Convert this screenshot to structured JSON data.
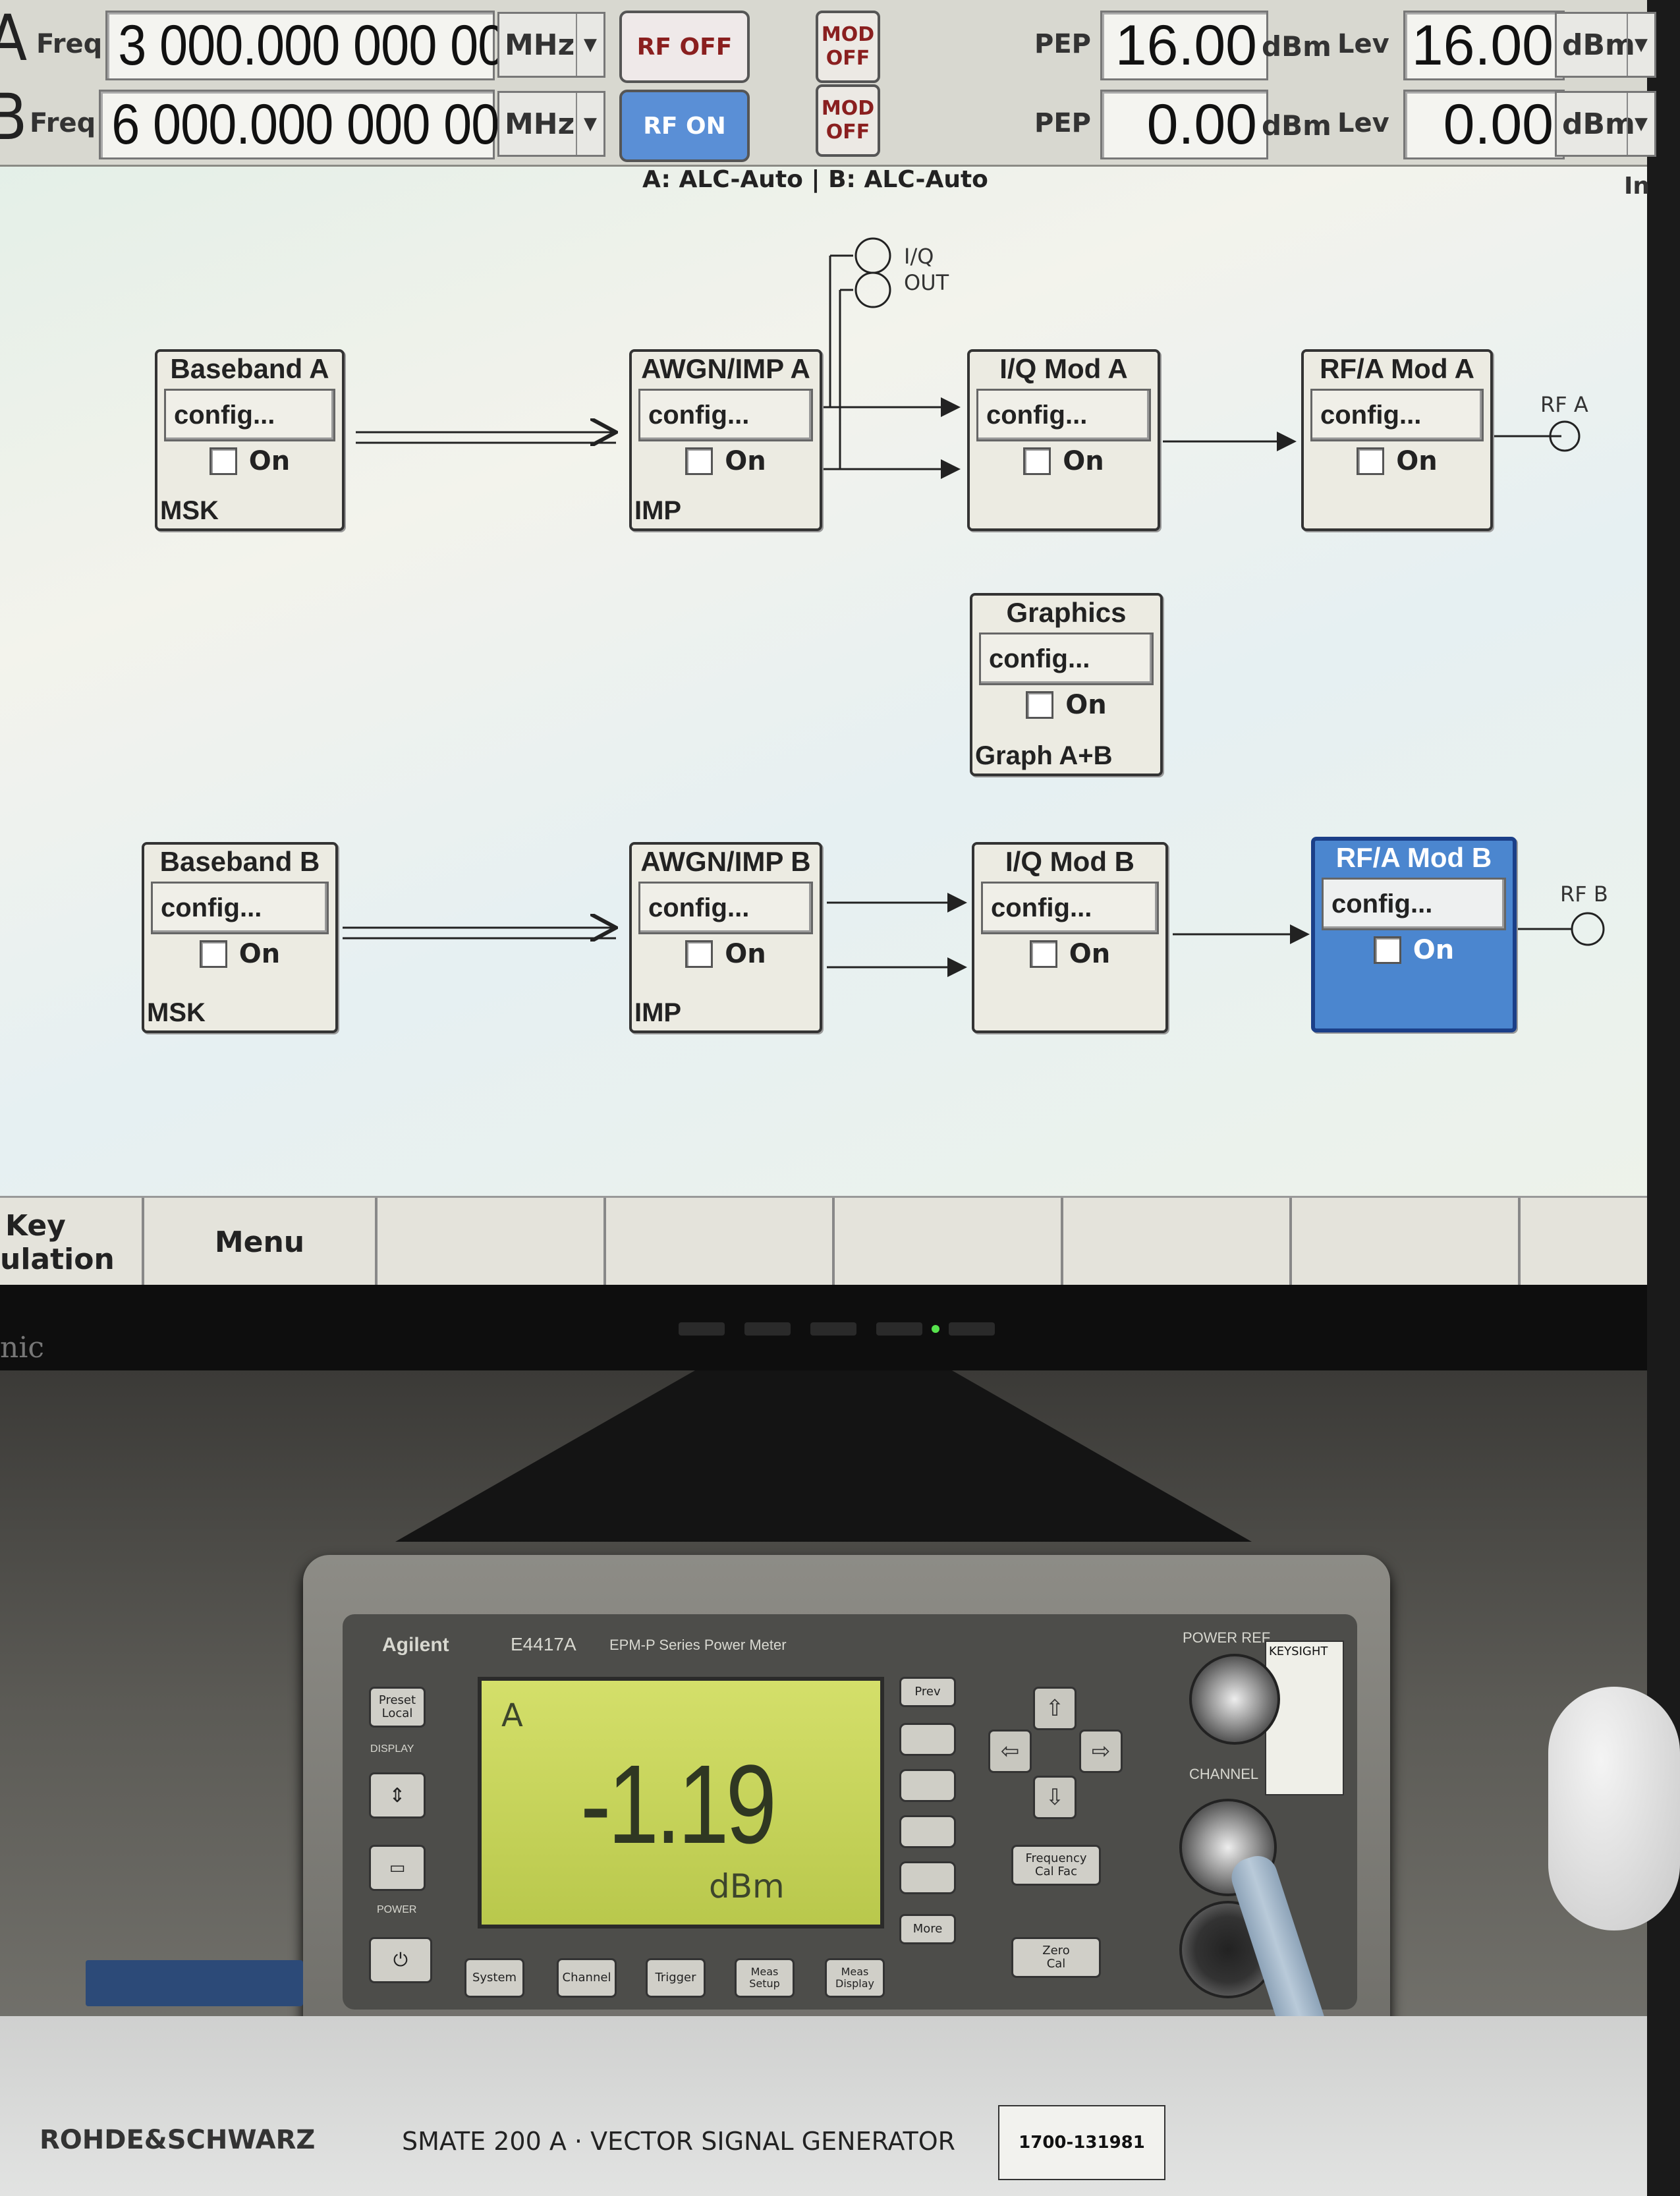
{
  "topbar": {
    "path_a": {
      "letter": "A",
      "freq_label": "Freq",
      "freq_value": "3 000.000 000 00",
      "freq_unit": "MHz",
      "rf_button": "RF OFF",
      "mod_line1": "MOD",
      "mod_line2": "OFF",
      "pep_label": "PEP",
      "pep_value": "16.00",
      "pep_unit": "dBm",
      "lev_label": "Lev",
      "lev_value": "16.00",
      "lev_unit": "dBm"
    },
    "path_b": {
      "letter": "B",
      "freq_label": "Freq",
      "freq_value": "6 000.000 000 00",
      "freq_unit": "MHz",
      "rf_button": "RF ON",
      "mod_line1": "MOD",
      "mod_line2": "OFF",
      "pep_label": "PEP",
      "pep_value": "0.00",
      "pep_unit": "dBm",
      "lev_label": "Lev",
      "lev_value": "0.00",
      "lev_unit": "dBm"
    },
    "alc_status": "A: ALC-Auto | B: ALC-Auto",
    "info_stub": "In"
  },
  "blocks": {
    "baseband_a": {
      "title": "Baseband A",
      "config": "config...",
      "on": "On",
      "sub": "MSK",
      "checked": false
    },
    "awgn_a": {
      "title": "AWGN/IMP A",
      "config": "config...",
      "on": "On",
      "sub": "IMP",
      "checked": false
    },
    "iqmod_a": {
      "title": "I/Q Mod A",
      "config": "config...",
      "on": "On",
      "checked": false
    },
    "rfmod_a": {
      "title": "RF/A Mod A",
      "config": "config...",
      "on": "On",
      "checked": false
    },
    "graphics": {
      "title": "Graphics",
      "config": "config...",
      "on": "On",
      "sub": "Graph A+B",
      "checked": false
    },
    "baseband_b": {
      "title": "Baseband B",
      "config": "config...",
      "on": "On",
      "sub": "MSK",
      "checked": false
    },
    "awgn_b": {
      "title": "AWGN/IMP B",
      "config": "config...",
      "on": "On",
      "sub": "IMP",
      "checked": false
    },
    "iqmod_b": {
      "title": "I/Q Mod B",
      "config": "config...",
      "on": "On",
      "checked": false
    },
    "rfmod_b": {
      "title": "RF/A Mod B",
      "config": "config...",
      "on": "On",
      "checked": true
    }
  },
  "wires": {
    "iq_line1": "I/Q",
    "iq_line2": "OUT",
    "rf_a": "RF A",
    "rf_b": "RF B"
  },
  "softkeys": {
    "key_line1": "Key",
    "key_line2": "ulation",
    "menu": "Menu"
  },
  "monitor": {
    "brand_fragment": "nic"
  },
  "power_meter": {
    "brand": "Agilent",
    "model": "E4417A",
    "series": "EPM-P Series Power Meter",
    "power_ref": "POWER REF",
    "channel": "CHANNEL",
    "lcd": {
      "channel": "A",
      "value": "-1.19",
      "unit": "dBm"
    },
    "buttons": {
      "preset_line1": "Preset",
      "preset_line2": "Local",
      "display": "DISPLAY",
      "power": "POWER",
      "system": "System",
      "channel": "Channel",
      "trigger": "Trigger",
      "meas_setup_1": "Meas",
      "meas_setup_2": "Setup",
      "meas_display_1": "Meas",
      "meas_display_2": "Display",
      "prev": "Prev",
      "more": "More",
      "freq_1": "Frequency",
      "freq_2": "Cal Fac",
      "zero_1": "Zero",
      "zero_2": "Cal"
    },
    "keysight_label": "KEYSIGHT"
  },
  "generator": {
    "brand": "ROHDE&SCHWARZ",
    "name": "SMATE 200 A · VECTOR SIGNAL GENERATOR",
    "label": "1700-131981"
  },
  "colors": {
    "active_block": "#4b86cf",
    "rf_on": "#5a8fd6",
    "rf_off_text": "#8a1f1f"
  }
}
